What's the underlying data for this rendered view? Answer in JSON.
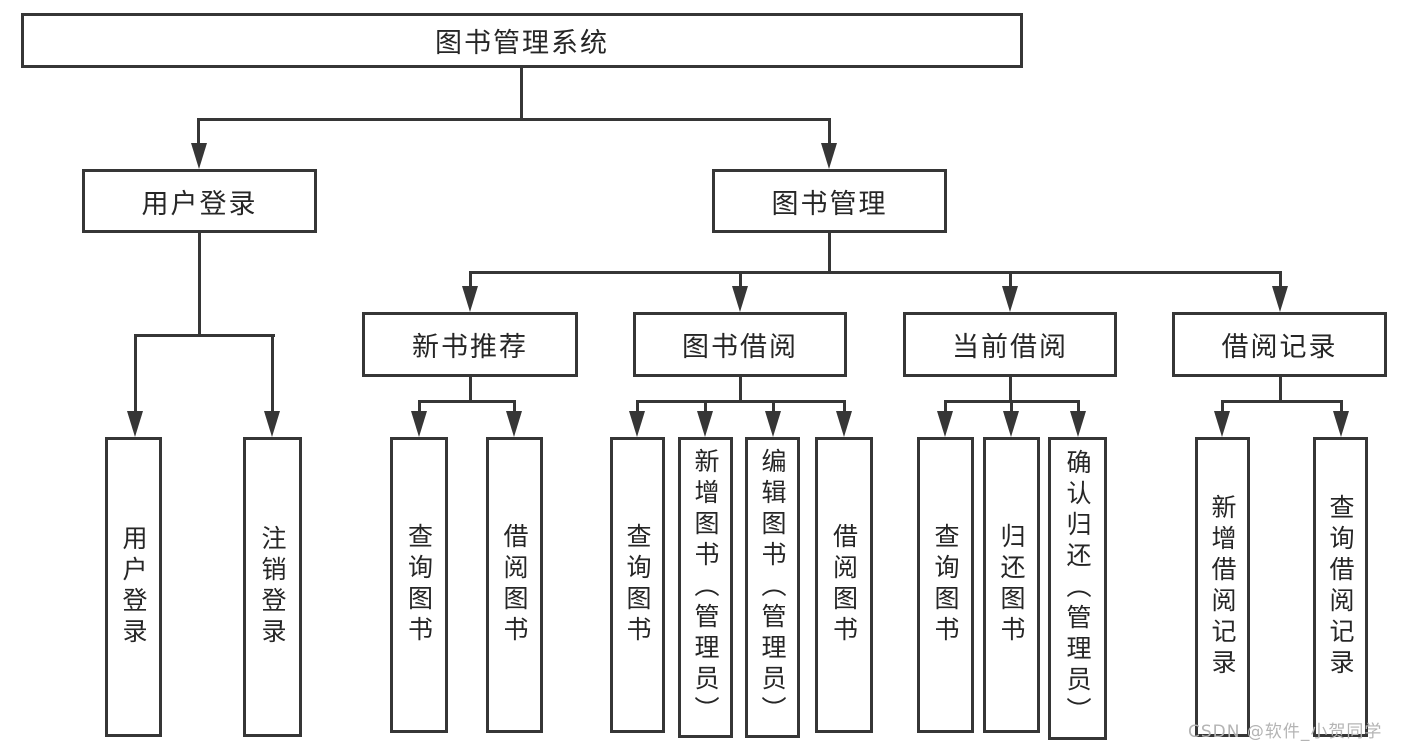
{
  "root": {
    "label": "图书管理系统"
  },
  "branches": [
    {
      "label": "用户登录",
      "children": [
        {
          "label": "用户登录"
        },
        {
          "label": "注销登录"
        }
      ]
    },
    {
      "label": "图书管理",
      "children": [
        {
          "label": "新书推荐",
          "children": [
            {
              "label": "查询图书"
            },
            {
              "label": "借阅图书"
            }
          ]
        },
        {
          "label": "图书借阅",
          "children": [
            {
              "label": "查询图书"
            },
            {
              "label": "新增图书（管理员）"
            },
            {
              "label": "编辑图书（管理员）"
            },
            {
              "label": "借阅图书"
            }
          ]
        },
        {
          "label": "当前借阅",
          "children": [
            {
              "label": "查询图书"
            },
            {
              "label": "归还图书"
            },
            {
              "label": "确认归还（管理员）"
            }
          ]
        },
        {
          "label": "借阅记录",
          "children": [
            {
              "label": "新增借阅记录"
            },
            {
              "label": "查询借阅记录"
            }
          ]
        }
      ]
    }
  ],
  "watermark": "CSDN @软件_小贺同学",
  "colors": {
    "line": "#363636",
    "box_border": "#363636",
    "box_fill": "#ffffff",
    "text": "#262626",
    "watermark": "#b4b4b4",
    "background": "#ffffff"
  }
}
